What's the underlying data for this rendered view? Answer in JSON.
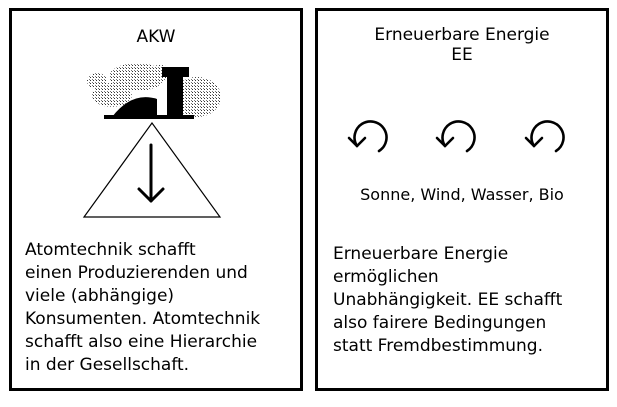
{
  "panels": {
    "left": {
      "title": "AKW",
      "body_lines": [
        "Atomtechnik schafft",
        "einen Produzierenden und",
        "viele (abhängige)",
        "Konsumenten. Atomtechnik",
        "schafft also eine Hierarchie",
        "in der Gesellschaft."
      ],
      "icons": [
        "nuclear-plant-icon",
        "hierarchy-triangle-icon",
        "down-arrow-icon"
      ]
    },
    "right": {
      "title_line1": "Erneuerbare Energie",
      "title_line2": "EE",
      "caption": "Sonne, Wind, Wasser, Bio",
      "body_lines": [
        "Erneuerbare Energie",
        "ermöglichen",
        "Unabhängigkeit. EE schafft",
        "also fairere Bedingungen",
        "statt Fremdbestimmung."
      ],
      "icons": [
        "cycle-arrow-icon",
        "cycle-arrow-icon",
        "cycle-arrow-icon"
      ]
    }
  },
  "colors": {
    "ink": "#000000",
    "paper": "#ffffff"
  }
}
